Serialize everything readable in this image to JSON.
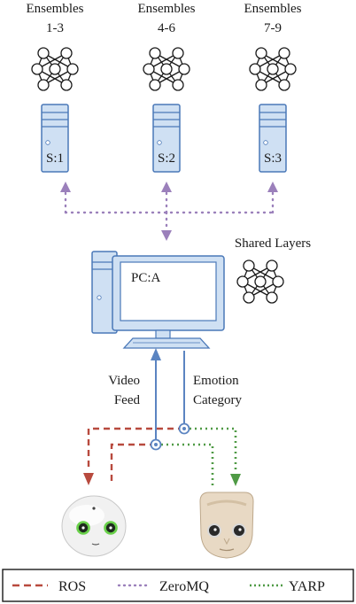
{
  "colors": {
    "device_fill": "#cfe0f3",
    "device_stroke": "#4a78b8",
    "zeromq": "#9b80bb",
    "ros": "#b84a3e",
    "yarp": "#4f9a45",
    "blue_flow": "#5b84c1"
  },
  "ensembles": [
    {
      "title": "Ensembles",
      "range": "1-3",
      "server": "S:1",
      "icon": "neural-network-icon"
    },
    {
      "title": "Ensembles",
      "range": "4-6",
      "server": "S:2",
      "icon": "neural-network-icon"
    },
    {
      "title": "Ensembles",
      "range": "7-9",
      "server": "S:3",
      "icon": "neural-network-icon"
    }
  ],
  "pc": {
    "label": "PC:A",
    "shared_label": "Shared Layers",
    "icon": "desktop-computer-icon"
  },
  "flows": {
    "video_line1": "Video",
    "video_line2": "Feed",
    "emotion_line1": "Emotion",
    "emotion_line2": "Category"
  },
  "robots": [
    {
      "name": "pepper-robot-head",
      "icon": "robot-head-icon"
    },
    {
      "name": "icub-robot-head",
      "icon": "robot-face-icon"
    }
  ],
  "legend": {
    "ros": "ROS",
    "zeromq": "ZeroMQ",
    "yarp": "YARP"
  }
}
